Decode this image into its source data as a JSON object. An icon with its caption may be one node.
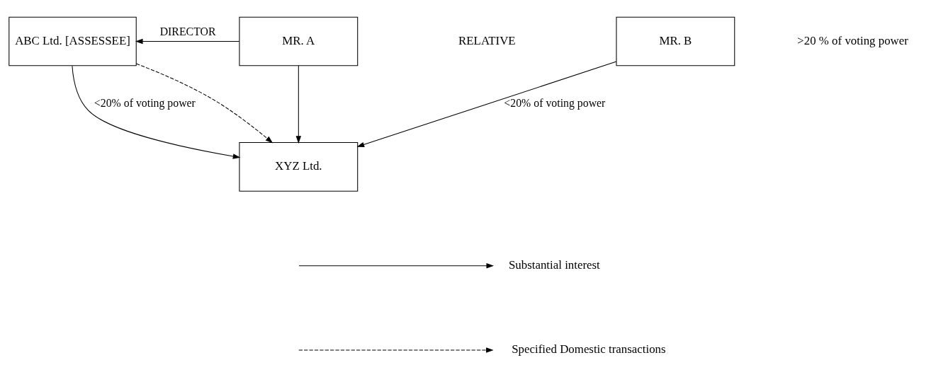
{
  "diagram": {
    "nodes": [
      {
        "text": [
          "ABC Ltd. [ASSESSEE]"
        ]
      },
      {
        "text": [
          "MR. A"
        ]
      },
      {
        "text": [
          "MR. B"
        ]
      },
      {
        "text": [
          "XYZ Ltd."
        ]
      }
    ],
    "edges": [
      {
        "from": 1,
        "to": 0,
        "arrow": "to",
        "label": "DIRECTOR"
      },
      {
        "from": 0,
        "to": 3,
        "arrow": "to",
        "label": "<20% of voting power"
      },
      {
        "from": 0,
        "to": 3,
        "arrow": "to",
        "style": "dashed"
      },
      {
        "from": 1,
        "to": 3,
        "arrow": "to"
      },
      {
        "from": 2,
        "to": 3,
        "arrow": "to",
        "label": "<20% of voting power"
      }
    ],
    "labels": [
      "RELATIVE",
      ">20 % of voting power"
    ],
    "legend": [
      {
        "text": "Substantial interest"
      },
      {
        "text": "Specified Domestic transactions"
      }
    ]
  }
}
